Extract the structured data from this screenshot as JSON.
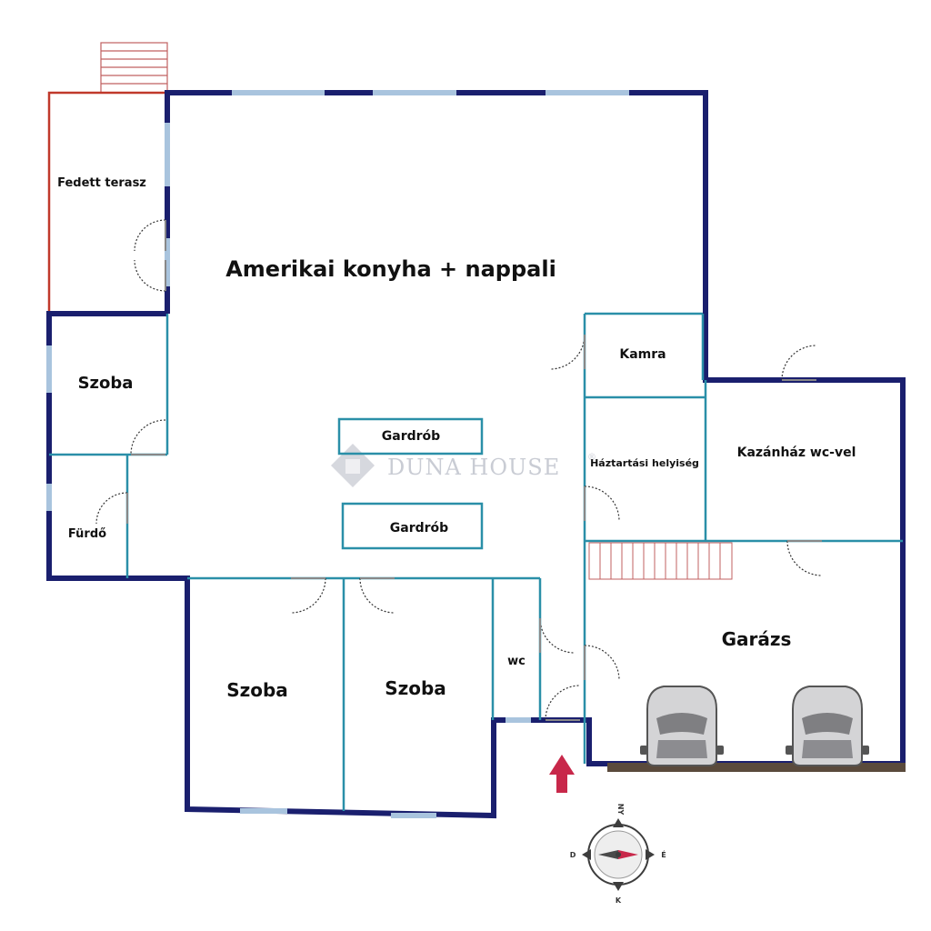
{
  "colors": {
    "outer_wall": "#1a1f6e",
    "inner_wall": "#2a8fa8",
    "window": "#a9c4de",
    "terrace_wall": "#c0392b",
    "stairs": "#c06060",
    "entrance_arrow": "#c8284a",
    "watermark": "#c9ccd4"
  },
  "rooms": {
    "fedett_terasz": "Fedett terasz",
    "amerikai_konyha": "Amerikai konyha + nappali",
    "szoba_1": "Szoba",
    "furdo": "Fürdő",
    "gardrob_1": "Gardrób",
    "gardrob_2": "Gardrób",
    "kamra": "Kamra",
    "haztartasi": "Háztartási helyiség",
    "kazanhaz": "Kazánház wc-vel",
    "garazs": "Garázs",
    "szoba_2": "Szoba",
    "szoba_3": "Szoba",
    "wc": "wc"
  },
  "watermark": {
    "text": "DUNA HOUSE",
    "mark": "®"
  },
  "compass": {
    "north": "NY",
    "east": "É",
    "south": "K",
    "west": "D"
  },
  "icons": {
    "entrance": "entrance-arrow-icon",
    "car": "car-icon",
    "compass": "compass-icon",
    "watermark_logo": "diamond-logo-icon"
  }
}
